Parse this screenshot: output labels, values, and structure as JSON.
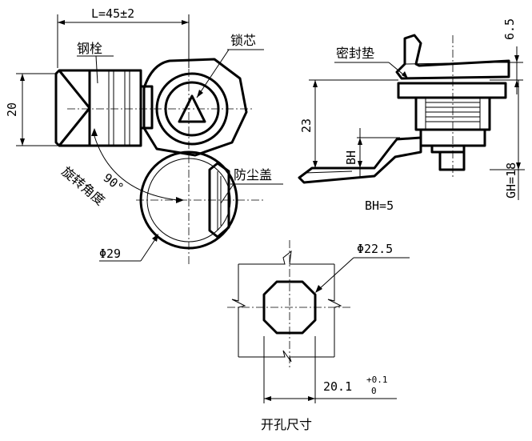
{
  "labels": {
    "length_dim": "L=45±2",
    "bolt": "钢栓",
    "lock_core": "锁芯",
    "height_20": "20",
    "rotation_angle": "旋转角度",
    "angle_90": "90°",
    "dust_cover": "防尘盖",
    "dia_29": "Φ29",
    "gasket": "密封垫",
    "dim_6_5": "6.5",
    "dim_23": "23",
    "bh_mark": "BH",
    "bh_value": "BH=5",
    "gh_value": "GH=18",
    "dia_22_5": "Φ22.5",
    "dim_20_1": "20.1",
    "tol_upper": "+0.1",
    "tol_lower": "0",
    "cutout_title": "开孔尺寸"
  }
}
